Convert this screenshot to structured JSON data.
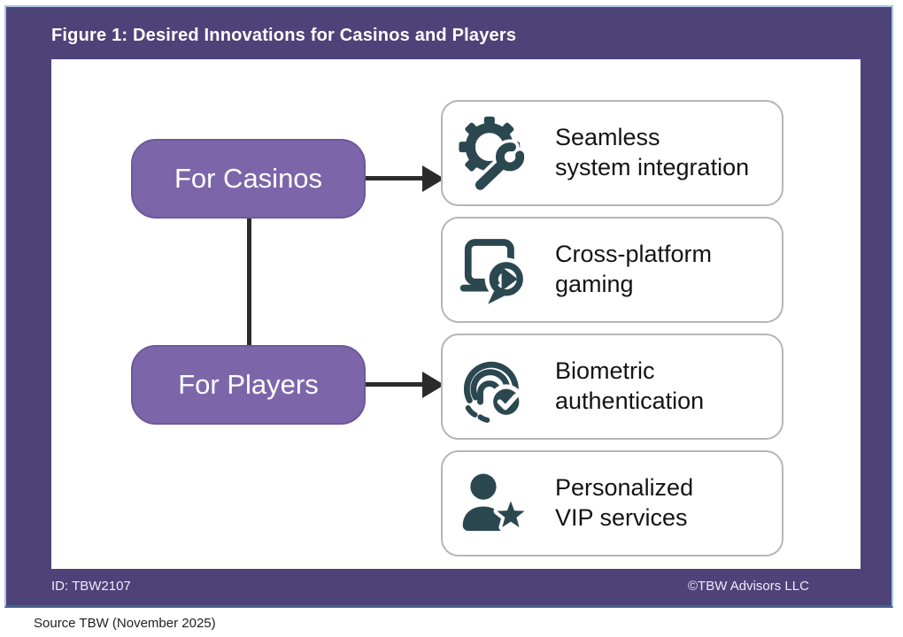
{
  "figure": {
    "title": "Figure 1: Desired Innovations for Casinos and Players",
    "footer_id": "ID: TBW2107",
    "footer_copyright": "©TBW Advisors LLC",
    "source_note": "Source TBW (November 2025)"
  },
  "diagram": {
    "nodes": [
      {
        "id": "casinos",
        "label": "For Casinos"
      },
      {
        "id": "players",
        "label": "For Players"
      }
    ],
    "cards": [
      {
        "icon": "gear-wrench-icon",
        "label": "Seamless\nsystem integration"
      },
      {
        "icon": "cross-platform-icon",
        "label": "Cross-platform\ngaming"
      },
      {
        "icon": "fingerprint-check-icon",
        "label": "Biometric\nauthentication"
      },
      {
        "icon": "person-star-icon",
        "label": "Personalized\nVIP services"
      }
    ]
  },
  "colors": {
    "frame_purple": "#4d4379",
    "frame_border": "#a9c2de",
    "node_purple": "#7c66a9",
    "icon_slate": "#2b4750",
    "connector_black": "#2b2b2b",
    "card_border_gray": "#b5b5b5"
  }
}
